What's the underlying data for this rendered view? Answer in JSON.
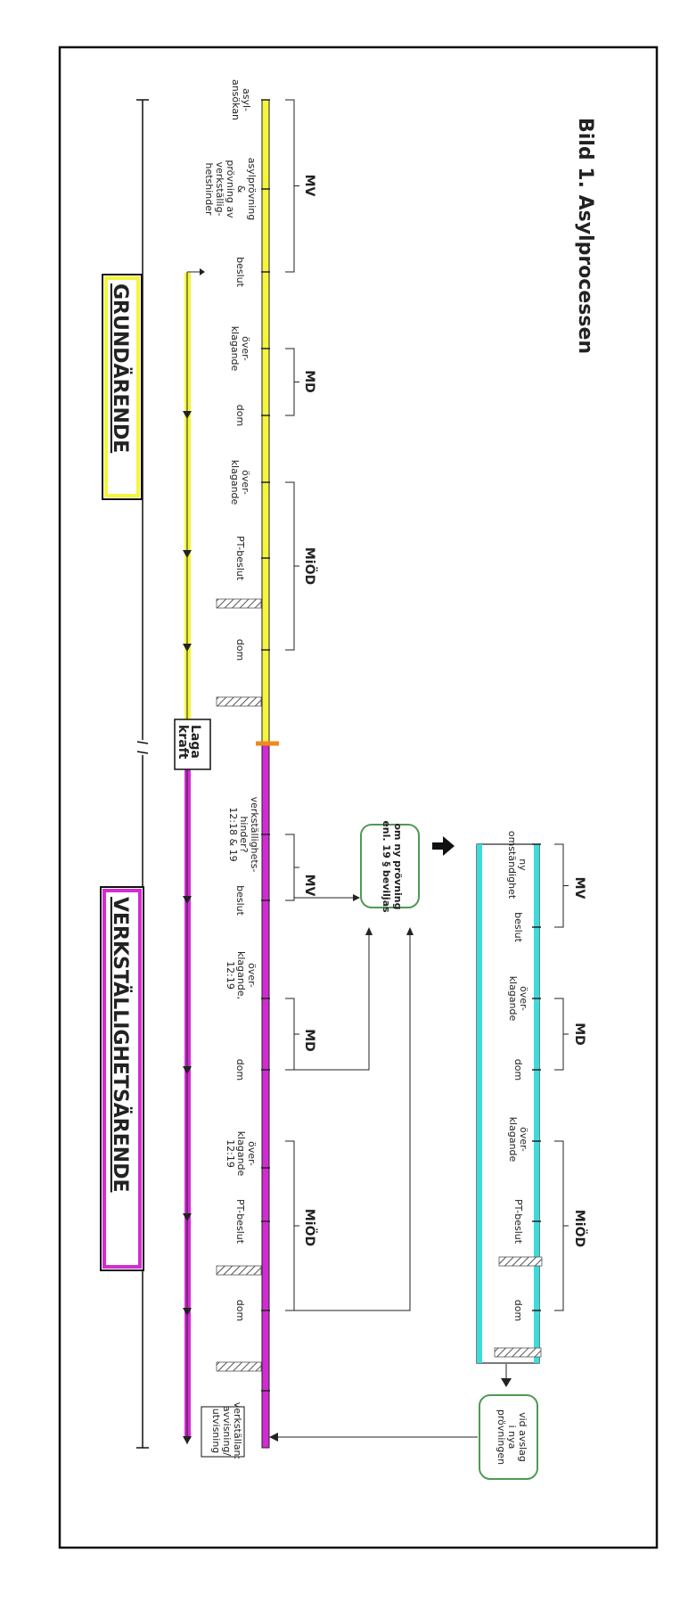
{
  "title": "Bild 1. Asylprocessen",
  "colors": {
    "grund": "#f5f53c",
    "verk": "#d42ad4",
    "cyan": "#3cdcdc",
    "orange": "#ee8a1e",
    "box_border": "#4f9a55"
  },
  "sections": {
    "grund": "GRUNDÄRENDE",
    "verk": "VERKSTÄLLIGHETSÄRENDE"
  },
  "laga_kraft": [
    "Laga",
    "kraft"
  ],
  "courts": {
    "mv": "MV",
    "md": "MD",
    "miod": "MiÖD"
  },
  "grund_labels": {
    "asylansokan": [
      "asyl-",
      "ansökan"
    ],
    "provning": [
      "asylprövning",
      "&",
      "prövning av",
      "verkställig-",
      "hetshinder"
    ],
    "beslut": [
      "beslut"
    ],
    "overklagande1": [
      "över-",
      "klagande"
    ],
    "dom1": [
      "dom"
    ],
    "overklagande2": [
      "över-",
      "klagande"
    ],
    "pt_beslut": [
      "PT-beslut"
    ],
    "dom2": [
      "dom"
    ]
  },
  "verk_labels": {
    "hinder": [
      "verkställighets-",
      "hinder?",
      "12:18 & 19"
    ],
    "beslut": [
      "beslut"
    ],
    "overklagande1": [
      "över-",
      "klagande,",
      "12:19"
    ],
    "dom1": [
      "dom"
    ],
    "overklagande2": [
      "över-",
      "klagande",
      "12:19"
    ],
    "pt_beslut": [
      "PT-beslut"
    ],
    "dom2": [
      "dom"
    ],
    "end": [
      "verkställan:",
      "avvisning/",
      "utvisning"
    ]
  },
  "cyan_labels": {
    "ny": [
      "ny",
      "omständighet"
    ],
    "beslut": [
      "beslut"
    ],
    "overklagande1": [
      "över-",
      "klagande"
    ],
    "dom1": [
      "dom"
    ],
    "overklagande2": [
      "över-",
      "klagande"
    ],
    "pt_beslut": [
      "PT-beslut"
    ],
    "dom2": [
      "dom"
    ]
  },
  "boxes": {
    "ny_provning": [
      "om ny prövning",
      "enl. 19 § beviljas"
    ],
    "avslag": [
      "vid avslag",
      "i nya",
      "prövningen"
    ]
  }
}
